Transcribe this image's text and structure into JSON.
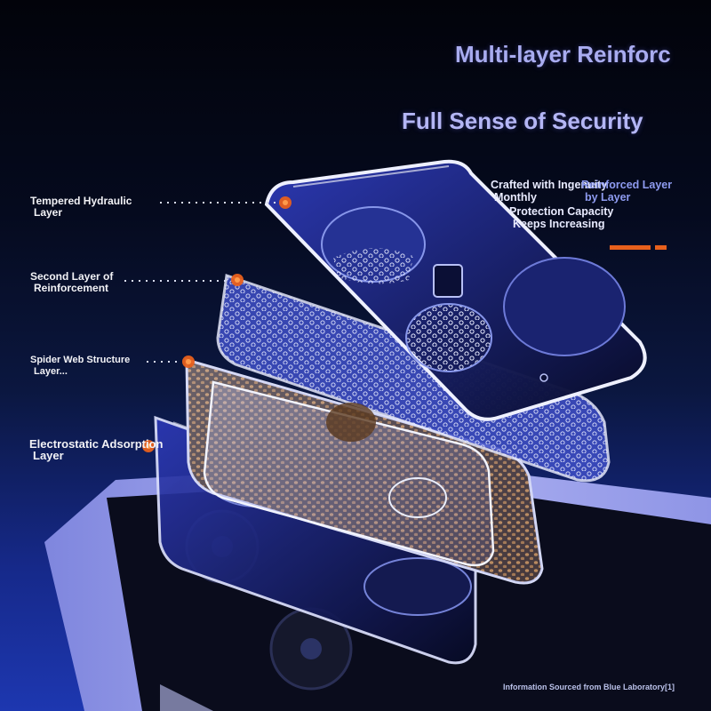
{
  "headline": {
    "title": "Multi-layer Reinforc",
    "subtitle": "Full Sense of Security"
  },
  "layers": [
    {
      "line1": "Tempered Hydraulic",
      "line2": "Layer"
    },
    {
      "line1": "Second Layer of",
      "line2": "Reinforcement"
    },
    {
      "line1": "Spider Web Structure",
      "line2": "Layer..."
    },
    {
      "line1": "Electrostatic Adsorption",
      "line2": "Layer"
    }
  ],
  "side_text": {
    "a_line1": "Crafted with Ingenuity",
    "a_line2": "Monthly",
    "b_line1": "Reinforced Layer",
    "b_line2": "by Layer",
    "c_line1": "Protection Capacity",
    "c_line2": "Keeps Increasing"
  },
  "footnote": "Information Sourced from Blue Laboratory[1]",
  "colors": {
    "accent_dot": "#e8601c",
    "leader_line": "#d8dcf0",
    "headline_text": "#a9acf0",
    "phone_body": "#a3a8f0"
  },
  "icons": [
    "layer-marker-dot-icon",
    "accent-bar-icon"
  ]
}
